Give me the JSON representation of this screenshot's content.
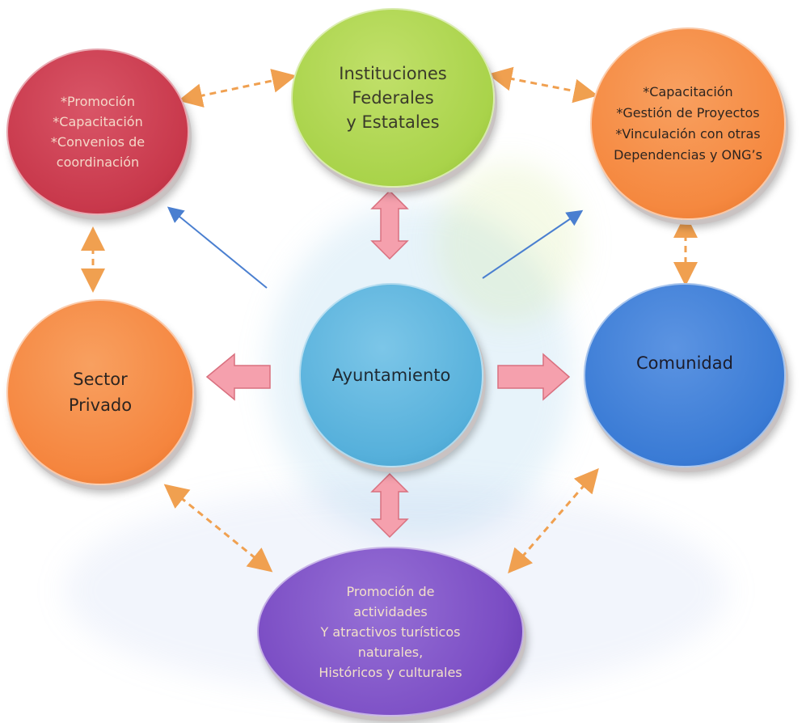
{
  "nodes": {
    "left_top": "*Promoción\n*Capacitación\n*Convenios de\ncoordinación",
    "top": "Instituciones\nFederales\ny Estatales",
    "right_top": "*Capacitación\n*Gestión de Proyectos\n*Vinculación con otras\nDependencias y ONG’s",
    "left": "Sector\nPrivado",
    "center": "Ayuntamiento",
    "right": "Comunidad",
    "bottom": "Promoción de\nactividades\nY atractivos turísticos\nnaturales,\nHistóricos y culturales"
  },
  "colors": {
    "left_top": "#c8384b",
    "top": "#a9d34a",
    "right_top": "#f5883f",
    "left": "#f5853e",
    "center": "#56b0db",
    "right": "#3a7bd5",
    "bottom": "#7b4dc4",
    "block_arrow": "#f5a0ad",
    "dashed_arrow": "#f0a050",
    "thin_arrow": "#4a7fd0"
  }
}
